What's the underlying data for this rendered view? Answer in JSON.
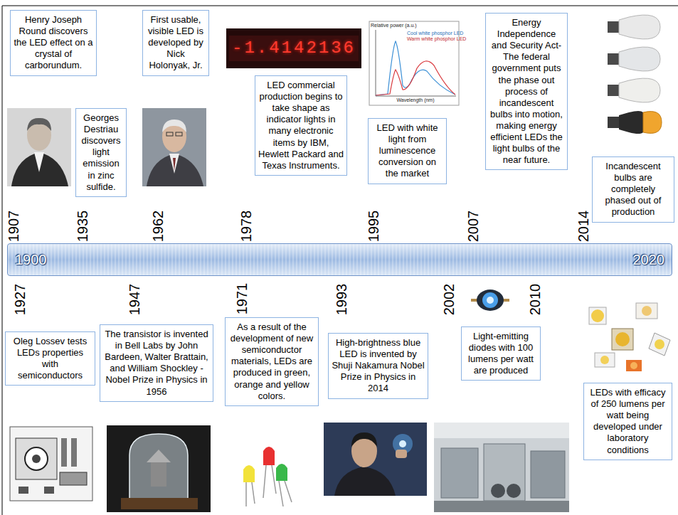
{
  "diagram": {
    "nodes": [
      {
        "text": [
          "Henry Joseph Round discovers the LED effect on a crystal of carborundum."
        ]
      },
      {
        "text": [
          "Georges Destriau discovers light emission in zinc sulfide."
        ]
      },
      {
        "text": [
          "First usable, visible LED is developed by Nick Holonyak, Jr."
        ]
      },
      {
        "text": [
          "LED commercial production begins to take shape as indicator lights in many electronic items by IBM, Hewlett Packard and Texas Instruments."
        ]
      },
      {
        "text": [
          "LED with white light from luminescence conversion on the market"
        ]
      },
      {
        "text": [
          "Energy Independence and Security Act-The federal government puts the phase out process of incandescent bulbs into motion, making energy efficient LEDs the light bulbs of the near future."
        ]
      },
      {
        "text": [
          "Incandescent bulbs are completely phased out of production"
        ]
      },
      {
        "text": [
          "1900",
          "2020"
        ]
      },
      {
        "text": [
          "Oleg Lossev tests LEDs properties with semiconductors"
        ]
      },
      {
        "text": [
          "The transistor is invented in Bell Labs by John Bardeen, Walter Brattain, and William Shockley - Nobel Prize in Physics in 1956"
        ]
      },
      {
        "text": [
          "As a result of the development of new semiconductor materials, LEDs are produced in green, orange and yellow colors."
        ]
      },
      {
        "text": [
          "High-brightness blue LED is invented by Shuji Nakamura Nobel Prize in Physics in 2014"
        ]
      },
      {
        "text": [
          "Light-emitting diodes with 100 lumens per watt are produced"
        ]
      },
      {
        "text": [
          "LEDs with efficacy of 250 lumens per watt being developed under laboratory conditions"
        ]
      }
    ],
    "labels": [
      "1907",
      "1935",
      "1962",
      "1978",
      "1995",
      "2007",
      "2014",
      "1927",
      "1947",
      "1971",
      "1993",
      "2002",
      "2010",
      "-1.4142136",
      "Relative power (a.u.)",
      "Cool white phosphor LED",
      "Warm white phosphor LED",
      "Wavelength (nm)"
    ]
  }
}
